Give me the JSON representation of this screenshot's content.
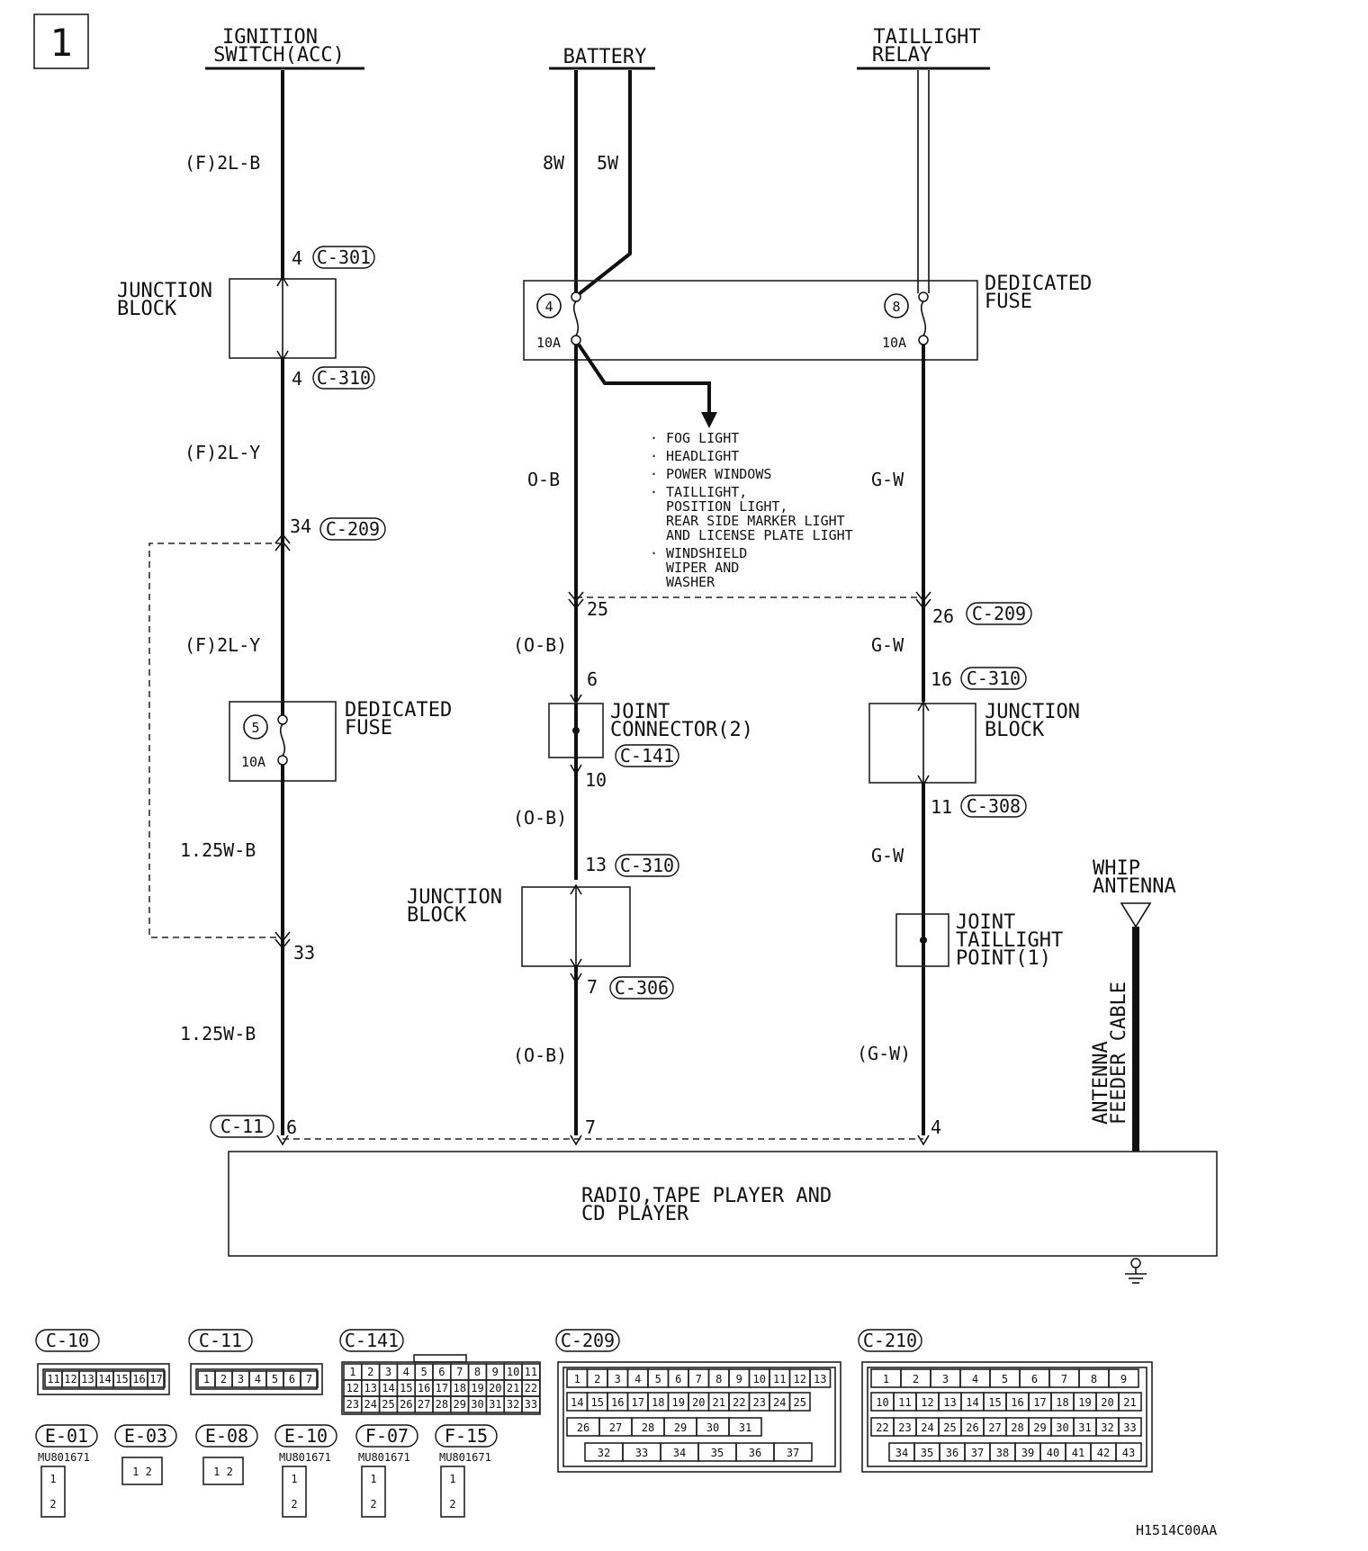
{
  "diagram_number": "1",
  "sources": {
    "ignition": "IGNITION SWITCH(ACC)",
    "battery": "BATTERY",
    "taillight_relay": "TAILLIGHT RELAY"
  },
  "wires": {
    "left_top": "(F)2L-B",
    "left_mid": "(F)2L-Y",
    "left_mid2": "(F)2L-Y",
    "left_low": "1.25W-B",
    "left_bottom": "1.25W-B",
    "battery_a": "8W",
    "battery_b": "5W",
    "center_top": "O-B",
    "center_2": "(O-B)",
    "center_3": "(O-B)",
    "center_4": "(O-B)",
    "right_top": "G-W",
    "right_2": "G-W",
    "right_3": "G-W",
    "right_4": "(G-W)"
  },
  "pins": {
    "p4_top": "4",
    "p4_bottom": "4",
    "p34": "34",
    "p33": "33",
    "p6_left": "6",
    "p25": "25",
    "p6_center": "6",
    "p10": "10",
    "p13": "13",
    "p7_center": "7",
    "p7_bottom": "7",
    "p26": "26",
    "p16": "16",
    "p11": "11",
    "p4_right": "4"
  },
  "connectors": {
    "c301": "C-301",
    "c310_a": "C-310",
    "c209_a": "C-209",
    "c11": "C-11",
    "c141": "C-141",
    "c310_b": "C-310",
    "c306": "C-306",
    "c209_b": "C-209",
    "c310_c": "C-310",
    "c308": "C-308"
  },
  "components": {
    "junction_block_1": "JUNCTION BLOCK",
    "dedicated_fuse_left": "DEDICATED FUSE",
    "dedicated_fuse_top": "DEDICATED FUSE",
    "joint_connector": "JOINT CONNECTOR(2)",
    "junction_block_2": "JUNCTION BLOCK",
    "junction_block_3": "JUNCTION BLOCK",
    "joint_taillight": "JOINT TAILLIGHT POINT(1)",
    "whip_antenna": "WHIP ANTENNA",
    "antenna_cable": "ANTENNA FEEDER CABLE",
    "radio_line1": "RADIO,TAPE PLAYER AND",
    "radio_line2": "CD PLAYER"
  },
  "fuses": {
    "f4_num": "4",
    "f4_rating": "10A",
    "f8_num": "8",
    "f8_rating": "10A",
    "f5_num": "5",
    "f5_rating": "10A"
  },
  "branch_list": [
    "FOG LIGHT",
    "HEADLIGHT",
    "POWER WINDOWS",
    "TAILLIGHT,",
    "POSITION LIGHT,",
    "REAR SIDE MARKER LIGHT",
    "AND LICENSE PLATE LIGHT",
    "WINDSHIELD",
    "WIPER AND",
    "WASHER"
  ],
  "connector_views": {
    "c10": "C-10",
    "c11": "C-11",
    "c141": "C-141",
    "c209": "C-209",
    "c210": "C-210",
    "e01": "E-01",
    "e03": "E-03",
    "e08": "E-08",
    "e10": "E-10",
    "f07": "F-07",
    "f15": "F-15",
    "part_e01": "MU801671",
    "part_e10": "MU801671",
    "part_f07": "MU801671",
    "part_f15": "MU801671",
    "pins_c10": [
      "11",
      "12",
      "13",
      "14",
      "15",
      "16",
      "17"
    ],
    "pins_c11": [
      "1",
      "2",
      "3",
      "4",
      "5",
      "6",
      "7"
    ],
    "pins_c141_r1": [
      "1",
      "2",
      "3",
      "4",
      "5",
      "6",
      "7",
      "8",
      "9",
      "10",
      "11"
    ],
    "pins_c141_r2": [
      "12",
      "13",
      "14",
      "15",
      "16",
      "17",
      "18",
      "19",
      "20",
      "21",
      "22"
    ],
    "pins_c141_r3": [
      "23",
      "24",
      "25",
      "26",
      "27",
      "28",
      "29",
      "30",
      "31",
      "32",
      "33"
    ],
    "pins_c209": [
      "1",
      "2",
      "3",
      "4",
      "5",
      "6",
      "7",
      "8",
      "9",
      "10",
      "11",
      "12",
      "13",
      "14",
      "15",
      "16",
      "17",
      "18",
      "19",
      "20",
      "21",
      "22",
      "23",
      "24",
      "25",
      "26",
      "27",
      "28",
      "29",
      "30",
      "31",
      "32",
      "33",
      "34",
      "35",
      "36",
      "37"
    ],
    "pins_c210": [
      "1",
      "2",
      "3",
      "4",
      "5",
      "6",
      "7",
      "8",
      "9",
      "10",
      "11",
      "12",
      "13",
      "14",
      "15",
      "16",
      "17",
      "18",
      "19",
      "20",
      "21",
      "22",
      "23",
      "24",
      "25",
      "26",
      "27",
      "28",
      "29",
      "30",
      "31",
      "32",
      "33",
      "34",
      "35",
      "36",
      "37",
      "38",
      "39",
      "40",
      "41",
      "42",
      "43"
    ]
  },
  "figure_code": "H1514C00AA"
}
